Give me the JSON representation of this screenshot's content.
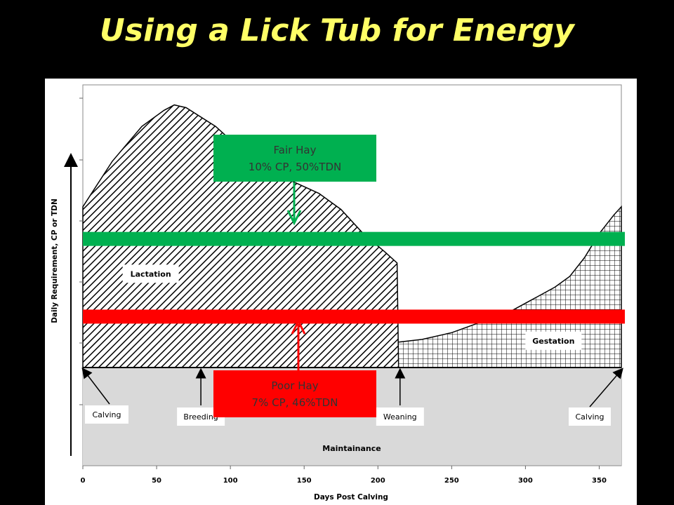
{
  "slide": {
    "title": "Using a Lick Tub for Energy"
  },
  "callouts": {
    "fair_hay": {
      "line1": "Fair Hay",
      "line2": "10% CP, 50%TDN",
      "color": "#00b050"
    },
    "poor_hay": {
      "line1": "Poor Hay",
      "line2": "7% CP, 46%TDN",
      "color": "#ff0000"
    }
  },
  "chart_data": {
    "type": "area",
    "title": "",
    "xlabel": "Days Post Calving",
    "ylabel": "Daily Requirement, CP or TDN",
    "xlim": [
      0,
      365
    ],
    "x_ticks": [
      0,
      50,
      100,
      150,
      200,
      250,
      300,
      350
    ],
    "ylim": [
      0,
      100
    ],
    "y_ticks_labeled": false,
    "grid": false,
    "background_color": "#d9d9d9",
    "series": [
      {
        "name": "Lactation",
        "fill": "diagonal-hatch",
        "points": [
          [
            0,
            60
          ],
          [
            20,
            77
          ],
          [
            40,
            90
          ],
          [
            55,
            96
          ],
          [
            62,
            98
          ],
          [
            70,
            97
          ],
          [
            90,
            90
          ],
          [
            110,
            80
          ],
          [
            140,
            70
          ],
          [
            160,
            65
          ],
          [
            175,
            59
          ],
          [
            190,
            50
          ],
          [
            205,
            43
          ],
          [
            213,
            39
          ],
          [
            214,
            0
          ]
        ]
      },
      {
        "name": "Gestation",
        "fill": "grid-hatch",
        "points": [
          [
            95,
            0
          ],
          [
            100,
            0.3
          ],
          [
            120,
            1.5
          ],
          [
            150,
            4
          ],
          [
            180,
            6.5
          ],
          [
            200,
            8
          ],
          [
            214,
            9.5
          ],
          [
            230,
            10.5
          ],
          [
            250,
            13
          ],
          [
            270,
            17
          ],
          [
            290,
            21
          ],
          [
            300,
            24
          ],
          [
            310,
            27
          ],
          [
            320,
            30
          ],
          [
            330,
            34
          ],
          [
            340,
            41
          ],
          [
            350,
            50
          ],
          [
            360,
            57
          ],
          [
            365,
            60
          ]
        ]
      }
    ],
    "base_region": {
      "name": "Maintainance",
      "color": "#d9d9d9"
    },
    "reference_lines": [
      {
        "name": "Fair Hay",
        "y": 48,
        "color": "#00b050"
      },
      {
        "name": "Poor Hay",
        "y": 19,
        "color": "#ff0000"
      }
    ],
    "event_markers": [
      {
        "label": "Calving",
        "x": 0
      },
      {
        "label": "Breeding",
        "x": 80
      },
      {
        "label": "Weaning",
        "x": 215
      },
      {
        "label": "Calving",
        "x": 365
      }
    ],
    "region_labels": [
      {
        "label": "Lactation",
        "x": 46,
        "y": 35
      },
      {
        "label": "Gestation",
        "x": 319,
        "y": 10
      }
    ]
  }
}
